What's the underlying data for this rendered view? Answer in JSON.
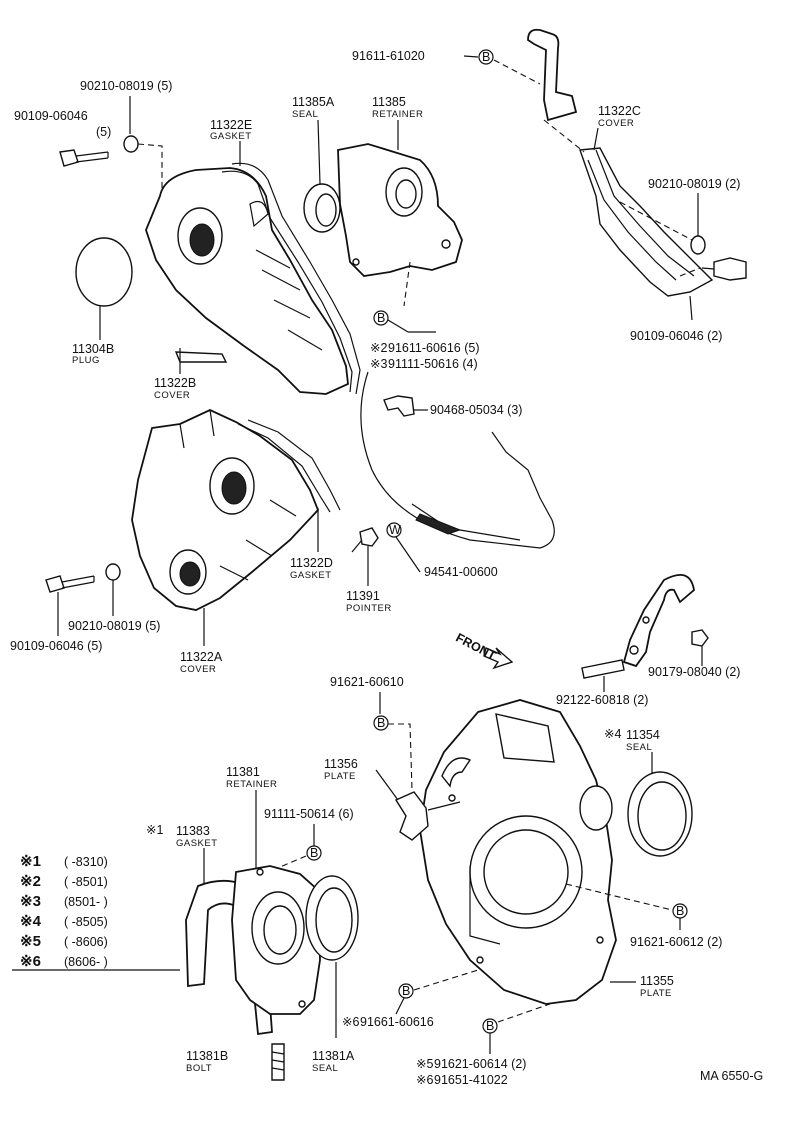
{
  "labels": {
    "p91611_61020": "91611-61020",
    "p90210_08019_a": "90210-08019 (5)",
    "p90109_06046_a": "90109-06046",
    "p90109_06046_a_qty": "(5)",
    "p11322E": "11322E",
    "p11322E_name": "GASKET",
    "p11385A": "11385A",
    "p11385A_name": "SEAL",
    "p11385": "11385",
    "p11385_name": "RETAINER",
    "p11322C": "11322C",
    "p11322C_name": "COVER",
    "p90210_08019_b": "90210-08019 (2)",
    "p11304B": "11304B",
    "p11304B_name": "PLUG",
    "p90109_06046_b": "90109-06046 (2)",
    "p91611_60616": "91611-60616 (5)",
    "p91611_60616_mark": "※2",
    "p91111_50616": "91111-50616 (4)",
    "p91111_50616_mark": "※3",
    "p11322B": "11322B",
    "p11322B_name": "COVER",
    "p90468_05034": "90468-05034 (3)",
    "p11322D": "11322D",
    "p11322D_name": "GASKET",
    "p94541_00600": "94541-00600",
    "p11391": "11391",
    "p11391_name": "POINTER",
    "p90210_08019_c": "90210-08019 (5)",
    "p90109_06046_c": "90109-06046 (5)",
    "p11322A": "11322A",
    "p11322A_name": "COVER",
    "p90179_08040": "90179-08040 (2)",
    "p92122_60818": "92122-60818 (2)",
    "front": "FRONT",
    "p91621_60610": "91621-60610",
    "p11354": "11354",
    "p11354_mark": "※4",
    "p11354_name": "SEAL",
    "p11356": "11356",
    "p11356_name": "PLATE",
    "p11381": "11381",
    "p11381_name": "RETAINER",
    "p91111_50614": "91111-50614 (6)",
    "p11383": "11383",
    "p11383_mark": "※1",
    "p11383_name": "GASKET",
    "p91621_60612": "91621-60612 (2)",
    "p11355": "11355",
    "p11355_name": "PLATE",
    "p91661_60616": "91661-60616",
    "p91661_60616_mark": "※6",
    "p11381B": "11381B",
    "p11381B_name": "BOLT",
    "p11381A": "11381A",
    "p11381A_name": "SEAL",
    "p91621_60614": "91621-60614 (2)",
    "p91621_60614_mark": "※5",
    "p91651_41022": "91651-41022",
    "p91651_41022_mark": "※6",
    "drawing_no": "MA 6550-G",
    "bubble_b": "B",
    "bubble_w": "W"
  },
  "legend": [
    {
      "mark": "※1",
      "range": "(      -8310)"
    },
    {
      "mark": "※2",
      "range": "(      -8501)"
    },
    {
      "mark": "※3",
      "range": "(8501-      )"
    },
    {
      "mark": "※4",
      "range": "(      -8505)"
    },
    {
      "mark": "※5",
      "range": "(      -8606)"
    },
    {
      "mark": "※6",
      "range": "(8606-      )"
    }
  ]
}
